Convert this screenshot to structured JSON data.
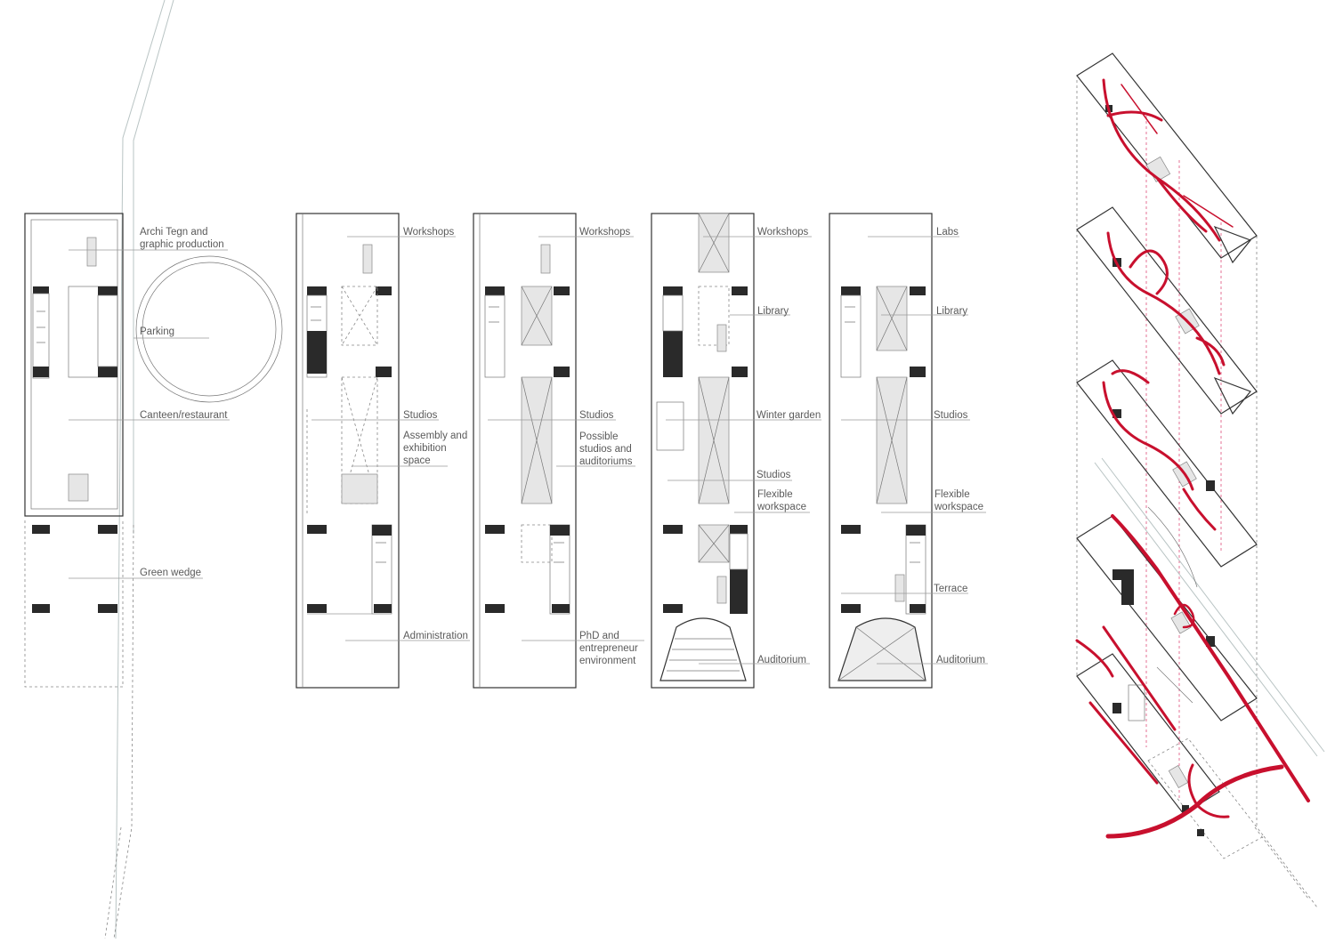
{
  "colors": {
    "accent_red": "#c8102e",
    "wall": "#2a2a2a",
    "label": "#5a5a5a"
  },
  "plans": [
    {
      "id": "plan-ground",
      "labels": [
        {
          "text": "Archi Tegn and"
        },
        {
          "text": "graphic production"
        },
        {
          "text": "Parking"
        },
        {
          "text": "Canteen/restaurant"
        },
        {
          "text": "Green wedge"
        }
      ]
    },
    {
      "id": "plan-2",
      "labels": [
        {
          "text": "Workshops"
        },
        {
          "text": "Studios"
        },
        {
          "text": "Assembly and"
        },
        {
          "text": "exhibition"
        },
        {
          "text": "space"
        },
        {
          "text": "Administration"
        }
      ]
    },
    {
      "id": "plan-3",
      "labels": [
        {
          "text": "Workshops"
        },
        {
          "text": "Studios"
        },
        {
          "text": "Possible"
        },
        {
          "text": "studios and"
        },
        {
          "text": "auditoriums"
        },
        {
          "text": "PhD and"
        },
        {
          "text": "entrepreneur"
        },
        {
          "text": "environment"
        }
      ]
    },
    {
      "id": "plan-4",
      "labels": [
        {
          "text": "Workshops"
        },
        {
          "text": "Library"
        },
        {
          "text": "Winter garden"
        },
        {
          "text": "Studios"
        },
        {
          "text": "Flexible"
        },
        {
          "text": "workspace"
        },
        {
          "text": "Auditorium"
        }
      ]
    },
    {
      "id": "plan-5",
      "labels": [
        {
          "text": "Labs"
        },
        {
          "text": "Library"
        },
        {
          "text": "Studios"
        },
        {
          "text": "Flexible"
        },
        {
          "text": "workspace"
        },
        {
          "text": "Terrace"
        },
        {
          "text": "Auditorium"
        }
      ]
    }
  ]
}
